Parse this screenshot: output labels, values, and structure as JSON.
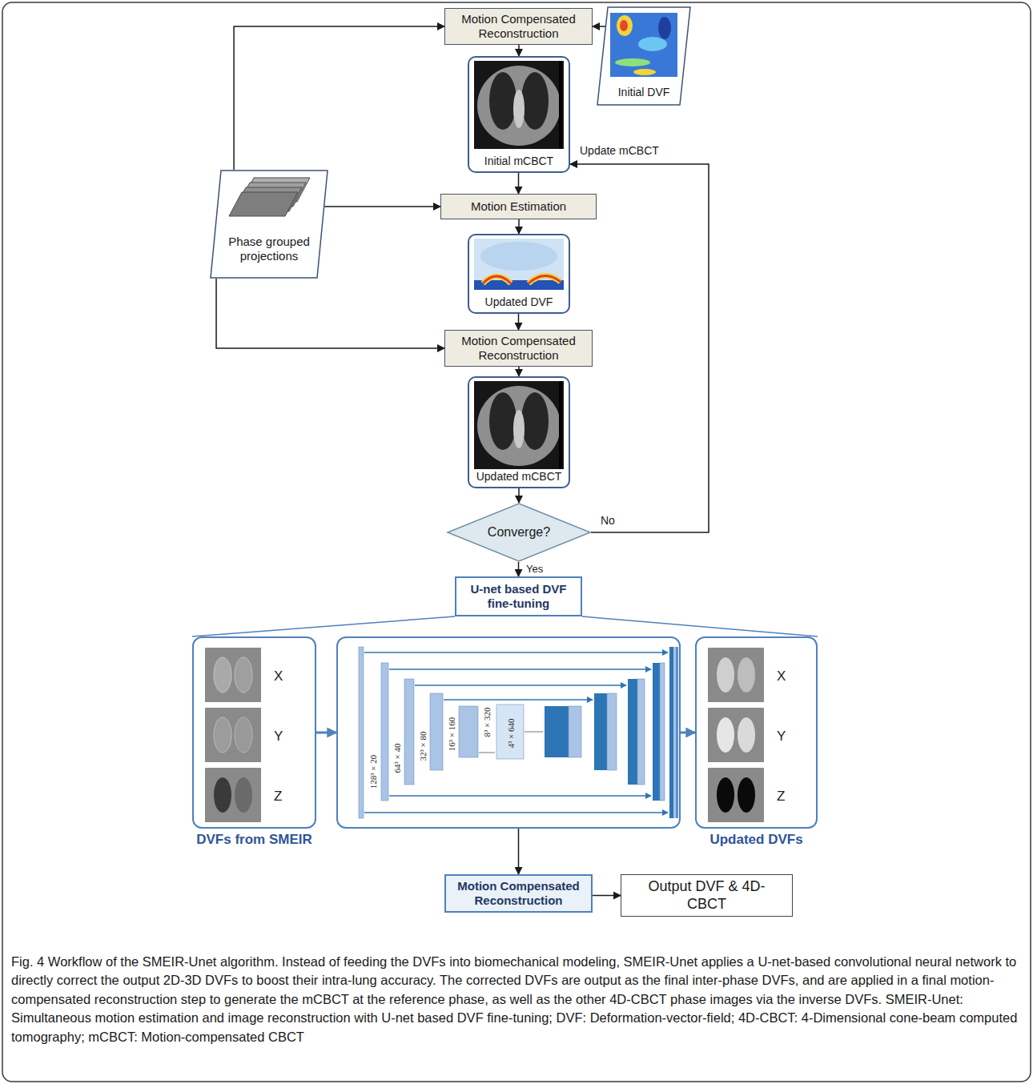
{
  "diagram": {
    "caption": "Fig. 4 Workflow of the SMEIR-Unet algorithm. Instead of feeding the DVFs into biomechanical modeling, SMEIR-Unet applies a U-net-based convolutional neural network to directly correct the output 2D-3D DVFs to boost their intra-lung accuracy. The corrected DVFs are output as the final inter-phase DVFs, and are applied in a final motion-compensated reconstruction step to generate the mCBCT at the reference phase, as well as the other 4D-CBCT phase images via the inverse DVFs. SMEIR-Unet: Simultaneous motion estimation and image reconstruction with U-net based DVF fine-tuning; DVF: Deformation-vector-field; 4D-CBCT: 4-Dimensional cone-beam computed tomography; mCBCT: Motion-compensated CBCT",
    "nodes": [
      {
        "text": [
          "Motion Compensated Reconstruction"
        ]
      },
      {
        "text": [
          "Initial DVF"
        ]
      },
      {
        "text": [
          "Initial mCBCT"
        ]
      },
      {
        "text": [
          "Phase grouped projections"
        ]
      },
      {
        "text": [
          "Motion Estimation"
        ]
      },
      {
        "text": [
          "Updated DVF"
        ]
      },
      {
        "text": [
          "Motion Compensated Reconstruction"
        ]
      },
      {
        "text": [
          "Updated mCBCT"
        ]
      },
      {
        "text": [
          "Converge?"
        ]
      },
      {
        "text": [
          "U-net based DVF fine-tuning"
        ]
      },
      {
        "text": [
          "X",
          "Y",
          "Z",
          "DVFs from SMEIR"
        ]
      },
      {
        "text": [
          "128³ × 20",
          "64³ × 40",
          "32³ × 80",
          "16³ × 160",
          "8³ × 320",
          "4³ × 640"
        ]
      },
      {
        "text": [
          "X",
          "Y",
          "Z",
          "Updated DVFs"
        ]
      },
      {
        "text": [
          "Motion Compensated Reconstruction"
        ]
      },
      {
        "text": [
          "Output DVF & 4D-CBCT"
        ]
      }
    ],
    "edges": [
      {
        "from": 1,
        "to": 0,
        "arrow": "to"
      },
      {
        "from": 3,
        "to": 0,
        "arrow": "to"
      },
      {
        "from": 0,
        "to": 2,
        "arrow": "to"
      },
      {
        "from": 2,
        "to": 4,
        "arrow": "to"
      },
      {
        "from": 3,
        "to": 4,
        "arrow": "to"
      },
      {
        "from": 4,
        "to": 5,
        "arrow": "to"
      },
      {
        "from": 5,
        "to": 6,
        "arrow": "to"
      },
      {
        "from": 3,
        "to": 6,
        "arrow": "to"
      },
      {
        "from": 6,
        "to": 7,
        "arrow": "to"
      },
      {
        "from": 7,
        "to": 8,
        "arrow": "to"
      },
      {
        "from": 8,
        "to": 2,
        "label": "No",
        "arrow": "to"
      },
      {
        "from": 8,
        "to": 9,
        "label": "Yes",
        "arrow": "to"
      },
      {
        "from": 10,
        "to": 11,
        "arrow": "to"
      },
      {
        "from": 11,
        "to": 12,
        "arrow": "to"
      },
      {
        "from": 11,
        "to": 13,
        "arrow": "to"
      },
      {
        "from": 13,
        "to": 14,
        "arrow": "to"
      }
    ],
    "labels": [
      "Update mCBCT"
    ]
  }
}
